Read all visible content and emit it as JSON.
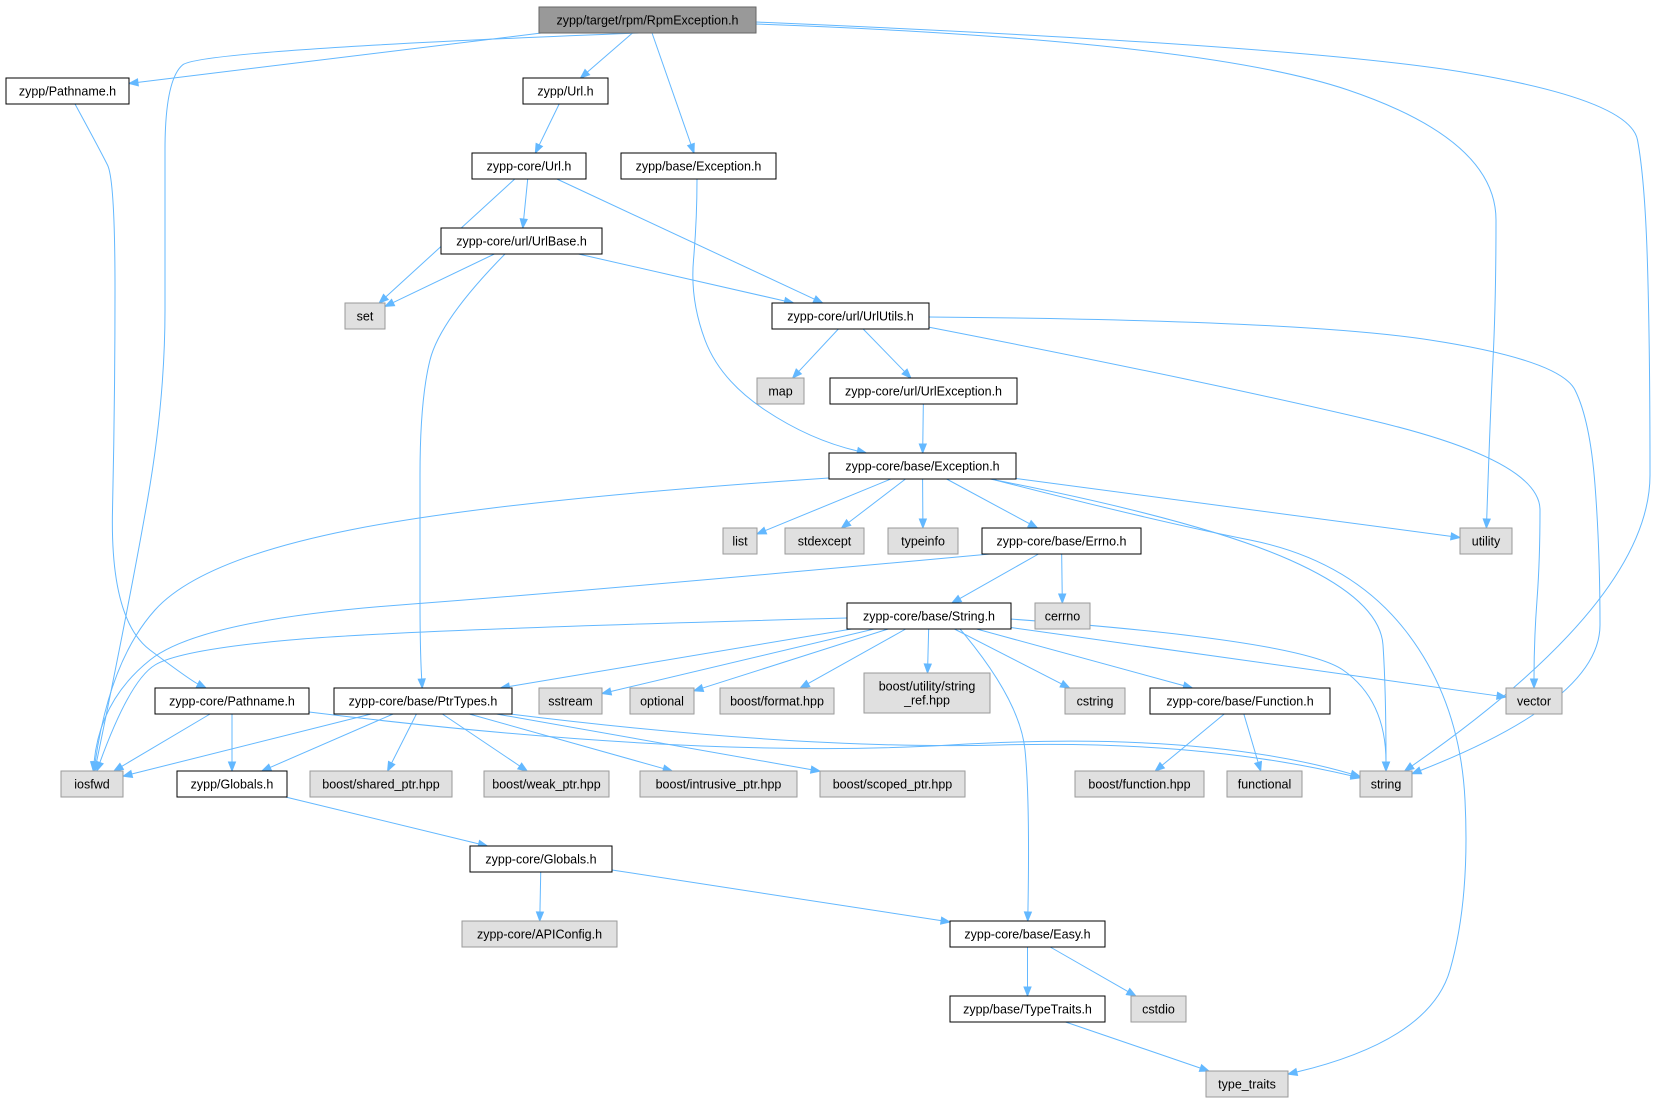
{
  "colors": {
    "root_fill": "#999999",
    "root_stroke": "#666666",
    "doc_fill": "#ffffff",
    "doc_stroke": "#000000",
    "sys_fill": "#e0e0e0",
    "sys_stroke": "#999999",
    "edge": "#63b8ff"
  },
  "nodes": [
    {
      "id": "root",
      "label": "zypp/target/rpm/RpmException.h",
      "kind": "root"
    },
    {
      "id": "pathname",
      "label": "zypp/Pathname.h",
      "kind": "doc"
    },
    {
      "id": "url",
      "label": "zypp/Url.h",
      "kind": "doc"
    },
    {
      "id": "zbexc",
      "label": "zypp/base/Exception.h",
      "kind": "doc"
    },
    {
      "id": "coreurl",
      "label": "zypp-core/Url.h",
      "kind": "doc"
    },
    {
      "id": "urlbase",
      "label": "zypp-core/url/UrlBase.h",
      "kind": "doc"
    },
    {
      "id": "set",
      "label": "set",
      "kind": "sys"
    },
    {
      "id": "urlutils",
      "label": "zypp-core/url/UrlUtils.h",
      "kind": "doc"
    },
    {
      "id": "map",
      "label": "map",
      "kind": "sys"
    },
    {
      "id": "urlexc",
      "label": "zypp-core/url/UrlException.h",
      "kind": "doc"
    },
    {
      "id": "corexc",
      "label": "zypp-core/base/Exception.h",
      "kind": "doc"
    },
    {
      "id": "list",
      "label": "list",
      "kind": "sys"
    },
    {
      "id": "stdexcept",
      "label": "stdexcept",
      "kind": "sys"
    },
    {
      "id": "typeinfo",
      "label": "typeinfo",
      "kind": "sys"
    },
    {
      "id": "errno",
      "label": "zypp-core/base/Errno.h",
      "kind": "doc"
    },
    {
      "id": "utility",
      "label": "utility",
      "kind": "sys"
    },
    {
      "id": "cerrno",
      "label": "cerrno",
      "kind": "sys"
    },
    {
      "id": "string_h",
      "label": "zypp-core/base/String.h",
      "kind": "doc"
    },
    {
      "id": "corepath",
      "label": "zypp-core/Pathname.h",
      "kind": "doc"
    },
    {
      "id": "ptrtypes",
      "label": "zypp-core/base/PtrTypes.h",
      "kind": "doc"
    },
    {
      "id": "sstream",
      "label": "sstream",
      "kind": "sys"
    },
    {
      "id": "optional",
      "label": "optional",
      "kind": "sys"
    },
    {
      "id": "bformat",
      "label": "boost/format.hpp",
      "kind": "sys"
    },
    {
      "id": "bstrref",
      "label": "boost/utility/string\n_ref.hpp",
      "kind": "sys"
    },
    {
      "id": "cstring",
      "label": "cstring",
      "kind": "sys"
    },
    {
      "id": "function",
      "label": "zypp-core/base/Function.h",
      "kind": "doc"
    },
    {
      "id": "vector",
      "label": "vector",
      "kind": "sys"
    },
    {
      "id": "iosfwd",
      "label": "iosfwd",
      "kind": "sys"
    },
    {
      "id": "zglobals",
      "label": "zypp/Globals.h",
      "kind": "doc"
    },
    {
      "id": "bshared",
      "label": "boost/shared_ptr.hpp",
      "kind": "sys"
    },
    {
      "id": "bweak",
      "label": "boost/weak_ptr.hpp",
      "kind": "sys"
    },
    {
      "id": "bintr",
      "label": "boost/intrusive_ptr.hpp",
      "kind": "sys"
    },
    {
      "id": "bscoped",
      "label": "boost/scoped_ptr.hpp",
      "kind": "sys"
    },
    {
      "id": "bfunc",
      "label": "boost/function.hpp",
      "kind": "sys"
    },
    {
      "id": "functional",
      "label": "functional",
      "kind": "sys"
    },
    {
      "id": "string",
      "label": "string",
      "kind": "sys"
    },
    {
      "id": "cglobals",
      "label": "zypp-core/Globals.h",
      "kind": "doc"
    },
    {
      "id": "apiconfig",
      "label": "zypp-core/APIConfig.h",
      "kind": "sys"
    },
    {
      "id": "easy",
      "label": "zypp-core/base/Easy.h",
      "kind": "doc"
    },
    {
      "id": "typetraits_h",
      "label": "zypp/base/TypeTraits.h",
      "kind": "doc"
    },
    {
      "id": "cstdio",
      "label": "cstdio",
      "kind": "sys"
    },
    {
      "id": "type_traits",
      "label": "type_traits",
      "kind": "sys"
    }
  ],
  "edges": [
    [
      "root",
      "pathname"
    ],
    [
      "root",
      "iosfwd"
    ],
    [
      "root",
      "url"
    ],
    [
      "root",
      "zbexc"
    ],
    [
      "root",
      "utility"
    ],
    [
      "root",
      "string"
    ],
    [
      "pathname",
      "corepath"
    ],
    [
      "url",
      "coreurl"
    ],
    [
      "zbexc",
      "corexc"
    ],
    [
      "coreurl",
      "set"
    ],
    [
      "coreurl",
      "urlbase"
    ],
    [
      "coreurl",
      "urlutils"
    ],
    [
      "urlbase",
      "set"
    ],
    [
      "urlbase",
      "urlutils"
    ],
    [
      "urlbase",
      "ptrtypes"
    ],
    [
      "urlutils",
      "map"
    ],
    [
      "urlutils",
      "urlexc"
    ],
    [
      "urlutils",
      "vector"
    ],
    [
      "urlutils",
      "string"
    ],
    [
      "urlexc",
      "corexc"
    ],
    [
      "corexc",
      "iosfwd"
    ],
    [
      "corexc",
      "list"
    ],
    [
      "corexc",
      "stdexcept"
    ],
    [
      "corexc",
      "typeinfo"
    ],
    [
      "corexc",
      "errno"
    ],
    [
      "corexc",
      "utility"
    ],
    [
      "corexc",
      "string"
    ],
    [
      "corexc",
      "type_traits"
    ],
    [
      "errno",
      "iosfwd"
    ],
    [
      "errno",
      "cerrno"
    ],
    [
      "errno",
      "string_h"
    ],
    [
      "string_h",
      "iosfwd"
    ],
    [
      "string_h",
      "ptrtypes"
    ],
    [
      "string_h",
      "sstream"
    ],
    [
      "string_h",
      "optional"
    ],
    [
      "string_h",
      "bformat"
    ],
    [
      "string_h",
      "bstrref"
    ],
    [
      "string_h",
      "cstring"
    ],
    [
      "string_h",
      "function"
    ],
    [
      "string_h",
      "vector"
    ],
    [
      "string_h",
      "string"
    ],
    [
      "string_h",
      "easy"
    ],
    [
      "corepath",
      "iosfwd"
    ],
    [
      "corepath",
      "zglobals"
    ],
    [
      "corepath",
      "string"
    ],
    [
      "ptrtypes",
      "iosfwd"
    ],
    [
      "ptrtypes",
      "zglobals"
    ],
    [
      "ptrtypes",
      "bshared"
    ],
    [
      "ptrtypes",
      "bweak"
    ],
    [
      "ptrtypes",
      "bintr"
    ],
    [
      "ptrtypes",
      "bscoped"
    ],
    [
      "ptrtypes",
      "string"
    ],
    [
      "function",
      "bfunc"
    ],
    [
      "function",
      "functional"
    ],
    [
      "zglobals",
      "cglobals"
    ],
    [
      "cglobals",
      "apiconfig"
    ],
    [
      "cglobals",
      "easy"
    ],
    [
      "easy",
      "typetraits_h"
    ],
    [
      "easy",
      "cstdio"
    ],
    [
      "typetraits_h",
      "type_traits"
    ]
  ]
}
